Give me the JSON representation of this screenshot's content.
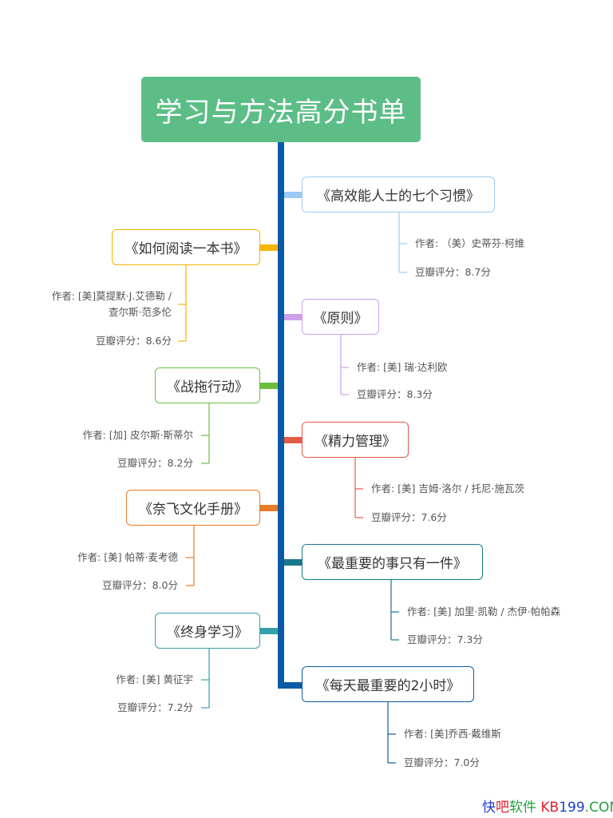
{
  "title": "学习与方法高分书单",
  "spine_color": "#0b5aa5",
  "title_color": "#5cbe86",
  "books": [
    {
      "side": "right",
      "title": "《高效能人士的七个习惯》",
      "author": "作者: （美）史蒂芬·柯维",
      "rating": "豆瓣评分：8.7分",
      "rating_value": 8.7,
      "color": "#9ccaf2"
    },
    {
      "side": "left",
      "title": "《如何阅读一本书》",
      "author": "作者: [美]莫提默·J.艾德勒 /",
      "author2": "查尔斯·范多伦",
      "rating": "豆瓣评分：8.6分",
      "rating_value": 8.6,
      "color": "#f5b400"
    },
    {
      "side": "right",
      "title": "《原则》",
      "author": "作者: [美] 瑞·达利欧",
      "rating": "豆瓣评分：8.3分",
      "rating_value": 8.3,
      "color": "#cf9fea"
    },
    {
      "side": "left",
      "title": "《战拖行动》",
      "author": "作者: [加] 皮尔斯·斯蒂尔",
      "rating": "豆瓣评分：8.2分",
      "rating_value": 8.2,
      "color": "#6cbd3e"
    },
    {
      "side": "right",
      "title": "《精力管理》",
      "author": "作者: [美] 吉姆·洛尔 / 托尼·施瓦茨",
      "rating": "豆瓣评分：7.6分",
      "rating_value": 7.6,
      "color": "#e35a48"
    },
    {
      "side": "left",
      "title": "《奈飞文化手册》",
      "author": "作者: [美] 帕蒂·麦考德",
      "rating": "豆瓣评分：8.0分",
      "rating_value": 8.0,
      "color": "#e87b28"
    },
    {
      "side": "right",
      "title": "《最重要的事只有一件》",
      "author": "作者: [美] 加里·凯勒 / 杰伊·帕帕森",
      "rating": "豆瓣评分：7.3分",
      "rating_value": 7.3,
      "color": "#17798a"
    },
    {
      "side": "left",
      "title": "《终身学习》",
      "author": "作者: [美] 黄征宇",
      "rating": "豆瓣评分：7.2分",
      "rating_value": 7.2,
      "color": "#36a0aa"
    },
    {
      "side": "right",
      "title": "《每天最重要的2小时》",
      "author": "作者: [美]乔西·戴维斯",
      "rating": "豆瓣评分：7.0分",
      "rating_value": 7.0,
      "color": "#0b5aa5"
    }
  ],
  "watermark": {
    "p1": "快",
    "p2": "吧",
    "p3": "软件",
    "p4": " KB",
    "p5": "199",
    ".com": ".COM"
  }
}
